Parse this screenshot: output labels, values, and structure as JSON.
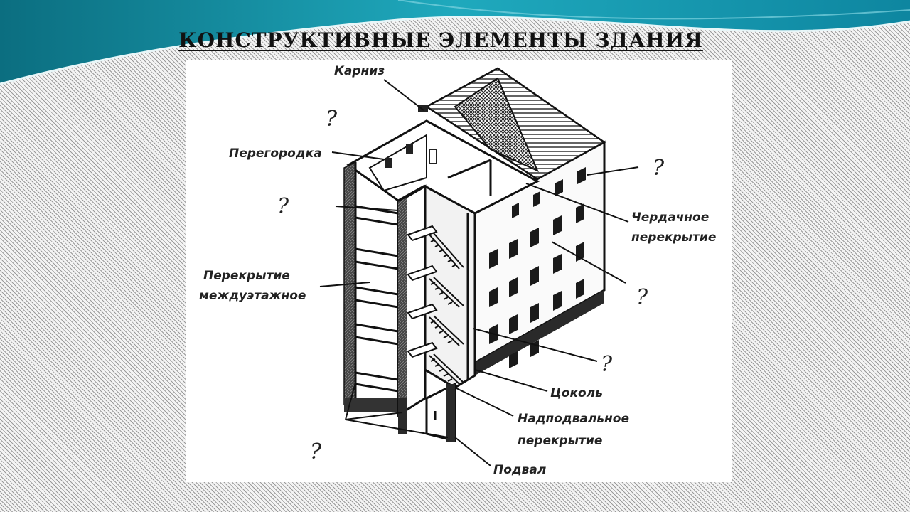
{
  "slide": {
    "title": "КОНСТРУКТИВНЫЕ ЭЛЕМЕНТЫ ЗДАНИЯ"
  },
  "diagram": {
    "labels": {
      "karniz": "Карниз",
      "peregorodka": "Перегородка",
      "cherdachnoe_1": "Чердачное",
      "cherdachnoe_2": "перекрытие",
      "mezhduetazh_1": "Перекрытие",
      "mezhduetazh_2": "междуэтажное",
      "tsokol": "Цоколь",
      "nadpodval_1": "Надподвальное",
      "nadpodval_2": "перекрытие",
      "podval": "Подвал"
    },
    "unknown_mark": "?"
  },
  "colors": {
    "accent": "#1aa3b8",
    "accent_dark": "#0d6f80",
    "ink": "#222222"
  }
}
